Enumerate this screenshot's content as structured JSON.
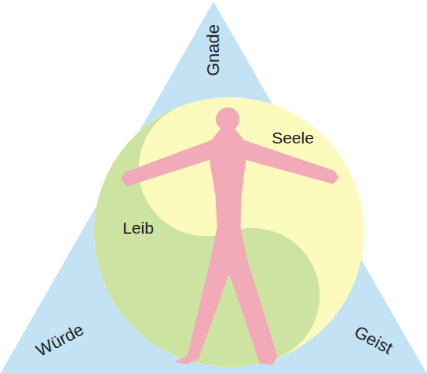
{
  "diagram": {
    "nodes": [
      {
        "text": [
          "Gnade",
          "Würde",
          "Geist"
        ]
      },
      {
        "text": [
          "Leib",
          "Seele"
        ],
        "in": 0
      }
    ]
  }
}
